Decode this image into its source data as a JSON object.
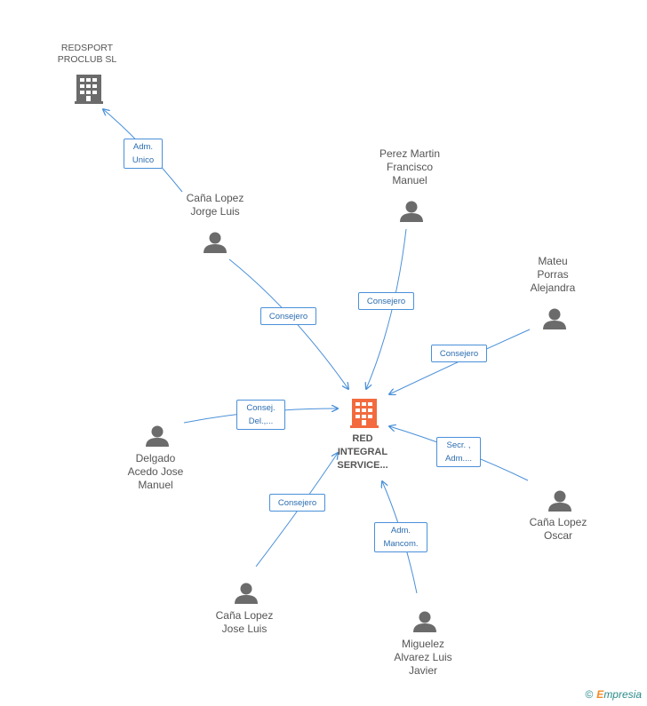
{
  "center": {
    "label": "RED\nINTEGRAL\nSERVICE..."
  },
  "company": {
    "label": "REDSPORT\nPROCLUB SL"
  },
  "people": [
    {
      "id": "canajorge",
      "label": "Caña Lopez\nJorge Luis"
    },
    {
      "id": "perez",
      "label": "Perez Martin\nFrancisco\nManuel"
    },
    {
      "id": "mateu",
      "label": "Mateu\nPorras\nAlejandra"
    },
    {
      "id": "delgado",
      "label": "Delgado\nAcedo Jose\nManuel"
    },
    {
      "id": "canaoscar",
      "label": "Caña Lopez\nOscar"
    },
    {
      "id": "canajose",
      "label": "Caña Lopez\nJose Luis"
    },
    {
      "id": "miguelez",
      "label": "Miguelez\nAlvarez Luis\nJavier"
    }
  ],
  "relations": [
    {
      "id": "adm-unico",
      "label": "Adm.\nUnico"
    },
    {
      "id": "consejero-jorge",
      "label": "Consejero"
    },
    {
      "id": "consejero-perez",
      "label": "Consejero"
    },
    {
      "id": "consejero-mateu",
      "label": "Consejero"
    },
    {
      "id": "consej-delgado",
      "label": "Consej.\nDel.,..."
    },
    {
      "id": "secr-oscar",
      "label": "Secr. ,\nAdm...."
    },
    {
      "id": "consejero-jose",
      "label": "Consejero"
    },
    {
      "id": "adm-miguelez",
      "label": "Adm.\nMancom."
    }
  ],
  "colors": {
    "edge": "#4a90d9",
    "person": "#6b6b6b",
    "main_company": "#f26a3d",
    "company": "#6b6b6b"
  },
  "brand": {
    "symbol": "©",
    "initial": "E",
    "rest": "mpresia"
  }
}
